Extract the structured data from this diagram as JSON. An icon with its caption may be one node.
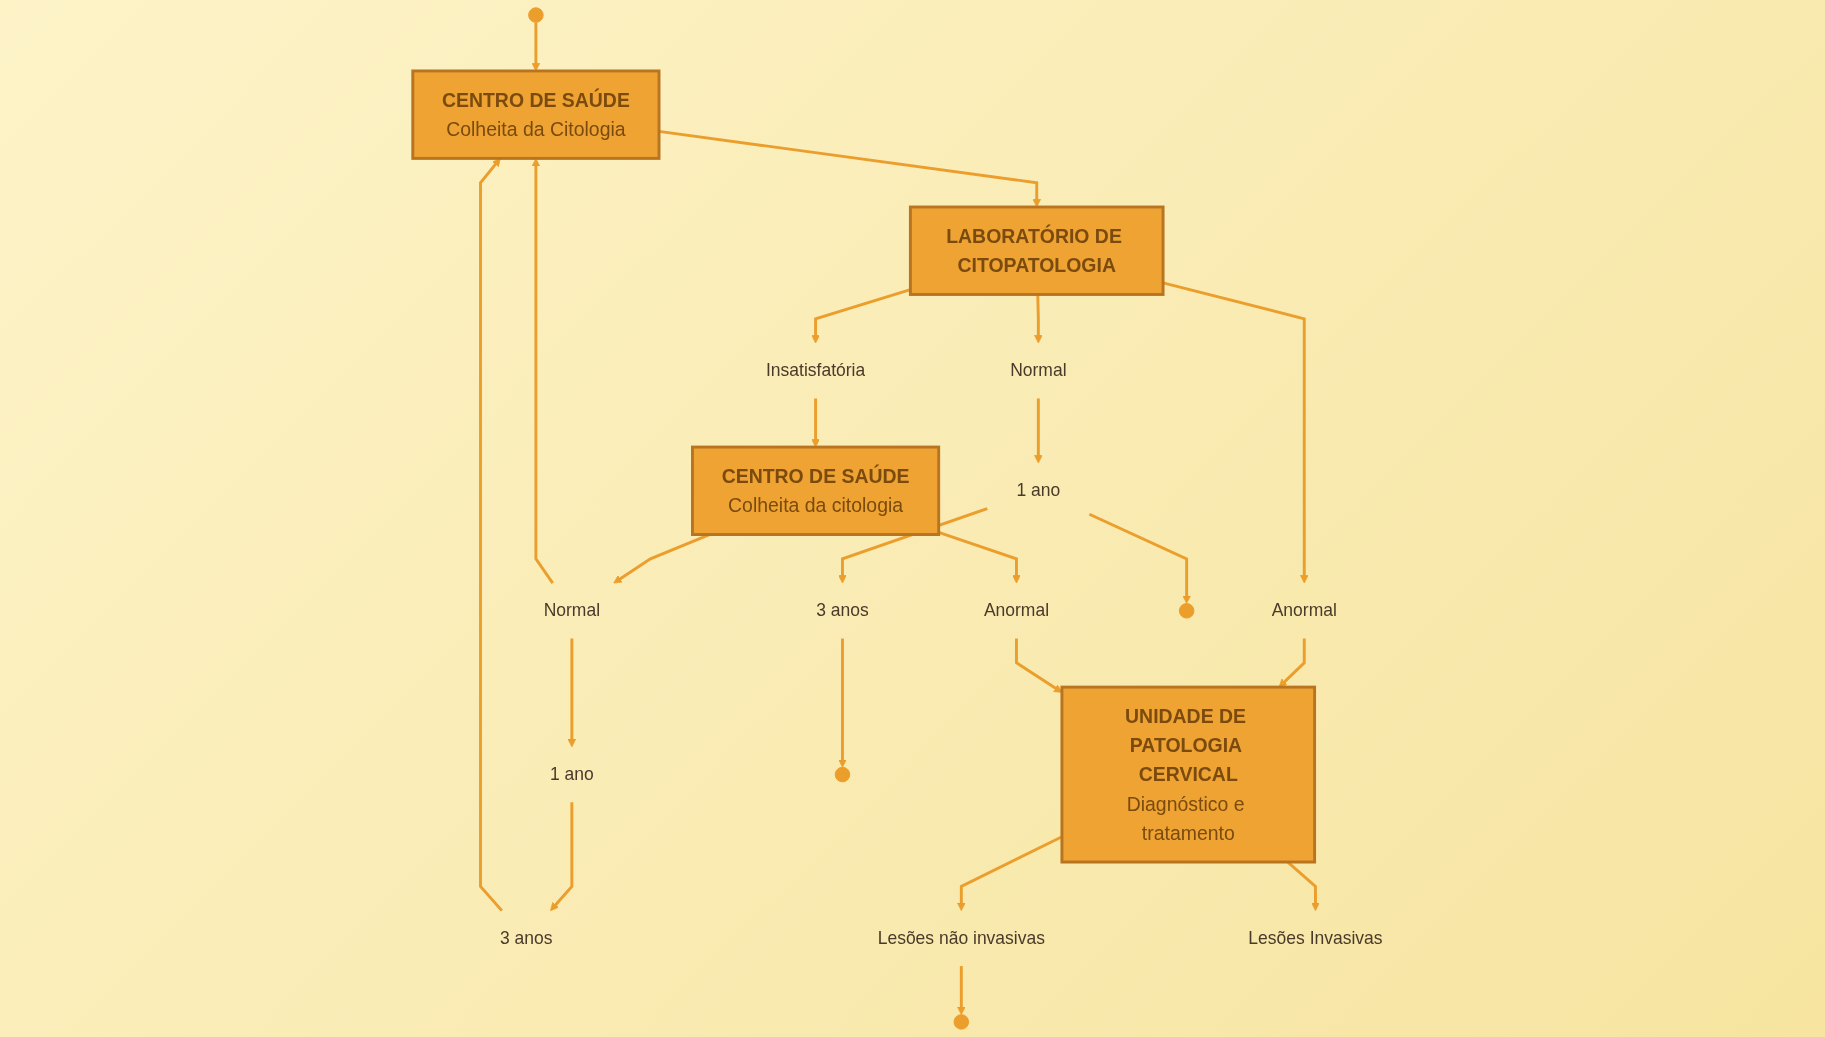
{
  "diagram": {
    "nodes": [
      {
        "text": [
          "CENTRO DE SAÚDE",
          "Colheita da Citologia"
        ]
      },
      {
        "text": [
          "LABORATÓRIO DE CITOPATOLOGIA"
        ]
      },
      {
        "text": [
          "Insatisfatória"
        ]
      },
      {
        "text": [
          "Anormal"
        ]
      },
      {
        "text": [
          "Normal"
        ]
      },
      {
        "text": [
          "CENTRO DE SAÚDE",
          "Colheita da citologia"
        ]
      },
      {
        "text": [
          "UNIDADE DE PATOLOGIA CERVICAL",
          "Diagnóstico e tratamento"
        ]
      },
      {
        "text": [
          "1 ano"
        ]
      },
      {
        "text": [
          "3 anos"
        ]
      },
      {
        "text": [
          "Normal"
        ]
      },
      {
        "text": [
          "Anormal"
        ]
      },
      {
        "text": [
          "1 ano"
        ]
      },
      {
        "text": [
          "3 anos"
        ]
      },
      {
        "text": [
          "Lesões não invasivas"
        ]
      },
      {
        "text": [
          "Lesões Invasivas"
        ]
      }
    ],
    "edges": [
      {
        "from": 0,
        "to": 1,
        "arrow": "to"
      },
      {
        "from": 1,
        "to": 2,
        "arrow": "to"
      },
      {
        "from": 1,
        "to": 3,
        "arrow": "to"
      },
      {
        "from": 1,
        "to": 4,
        "arrow": "to"
      },
      {
        "from": 2,
        "to": 5,
        "arrow": "to"
      },
      {
        "from": 3,
        "to": 6,
        "arrow": "to"
      },
      {
        "from": 4,
        "to": 7,
        "arrow": "to"
      },
      {
        "from": 7,
        "to": 8,
        "arrow": "to"
      },
      {
        "from": 7,
        "to": null,
        "arrow": "to"
      },
      {
        "from": 8,
        "to": null,
        "arrow": "to"
      },
      {
        "from": null,
        "to": 0,
        "arrow": "to"
      },
      {
        "from": 5,
        "to": 9,
        "arrow": "to"
      },
      {
        "from": 5,
        "to": 10,
        "arrow": "to"
      },
      {
        "from": 10,
        "to": 6,
        "arrow": "to"
      },
      {
        "from": 9,
        "to": 11,
        "arrow": "to"
      },
      {
        "from": 11,
        "to": 12,
        "arrow": "to"
      },
      {
        "from": 9,
        "to": 0,
        "arrow": "to"
      },
      {
        "from": 12,
        "to": 0,
        "arrow": "to"
      },
      {
        "from": 6,
        "to": 13,
        "arrow": "to"
      },
      {
        "from": 6,
        "to": 14,
        "arrow": "to"
      },
      {
        "from": 13,
        "to": null,
        "arrow": "to"
      }
    ]
  }
}
